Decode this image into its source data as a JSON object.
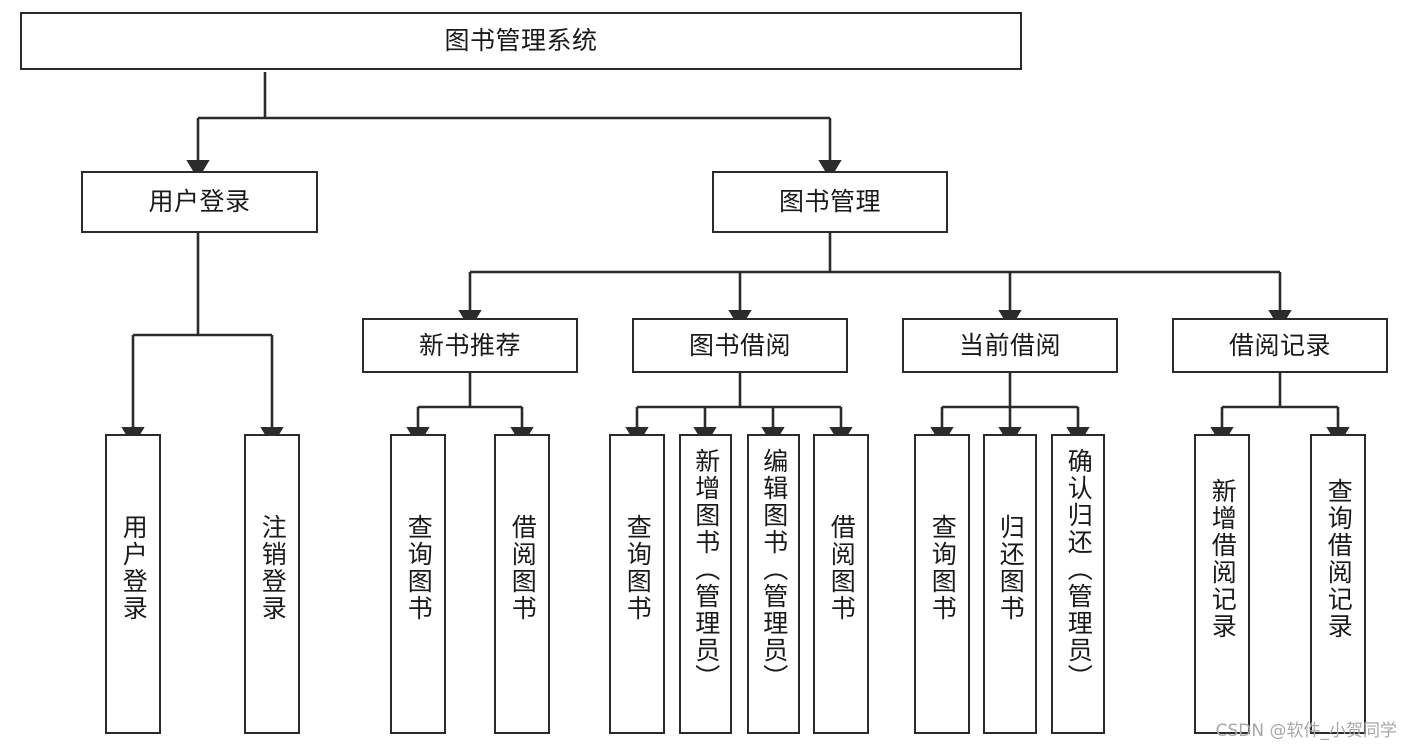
{
  "diagram": {
    "type": "tree",
    "title": "图书管理系统",
    "root": {
      "id": "root",
      "label": "图书管理系统"
    },
    "level1": [
      {
        "id": "user-login",
        "label": "用户登录"
      },
      {
        "id": "book-manage",
        "label": "图书管理"
      }
    ],
    "level2": [
      {
        "id": "new-book-rec",
        "label": "新书推荐",
        "parent": "book-manage"
      },
      {
        "id": "book-borrow",
        "label": "图书借阅",
        "parent": "book-manage"
      },
      {
        "id": "current-borrow",
        "label": "当前借阅",
        "parent": "book-manage"
      },
      {
        "id": "borrow-record",
        "label": "借阅记录",
        "parent": "book-manage"
      }
    ],
    "leaves": [
      {
        "id": "leaf-user-login",
        "label": "用户登录",
        "parent": "user-login"
      },
      {
        "id": "leaf-logout",
        "label": "注销登录",
        "parent": "user-login"
      },
      {
        "id": "leaf-query-book-1",
        "label": "查询图书",
        "parent": "new-book-rec"
      },
      {
        "id": "leaf-borrow-book-1",
        "label": "借阅图书",
        "parent": "new-book-rec"
      },
      {
        "id": "leaf-query-book-2",
        "label": "查询图书",
        "parent": "book-borrow"
      },
      {
        "id": "leaf-add-book",
        "label": "新增图书（管理员）",
        "parent": "book-borrow"
      },
      {
        "id": "leaf-edit-book",
        "label": "编辑图书（管理员）",
        "parent": "book-borrow"
      },
      {
        "id": "leaf-borrow-book-2",
        "label": "借阅图书",
        "parent": "book-borrow"
      },
      {
        "id": "leaf-query-book-3",
        "label": "查询图书",
        "parent": "current-borrow"
      },
      {
        "id": "leaf-return-book",
        "label": "归还图书",
        "parent": "current-borrow"
      },
      {
        "id": "leaf-confirm-return",
        "label": "确认归还（管理员）",
        "parent": "current-borrow"
      },
      {
        "id": "leaf-add-record",
        "label": "新增借阅记录",
        "parent": "borrow-record"
      },
      {
        "id": "leaf-query-record",
        "label": "查询借阅记录",
        "parent": "borrow-record"
      }
    ]
  },
  "watermark": {
    "text": "CSDN @软件_小贺同学"
  },
  "colors": {
    "border": "#2b2b2b",
    "text": "#1a1a1a",
    "background": "#ffffff",
    "watermark": "#a8a8a8"
  }
}
